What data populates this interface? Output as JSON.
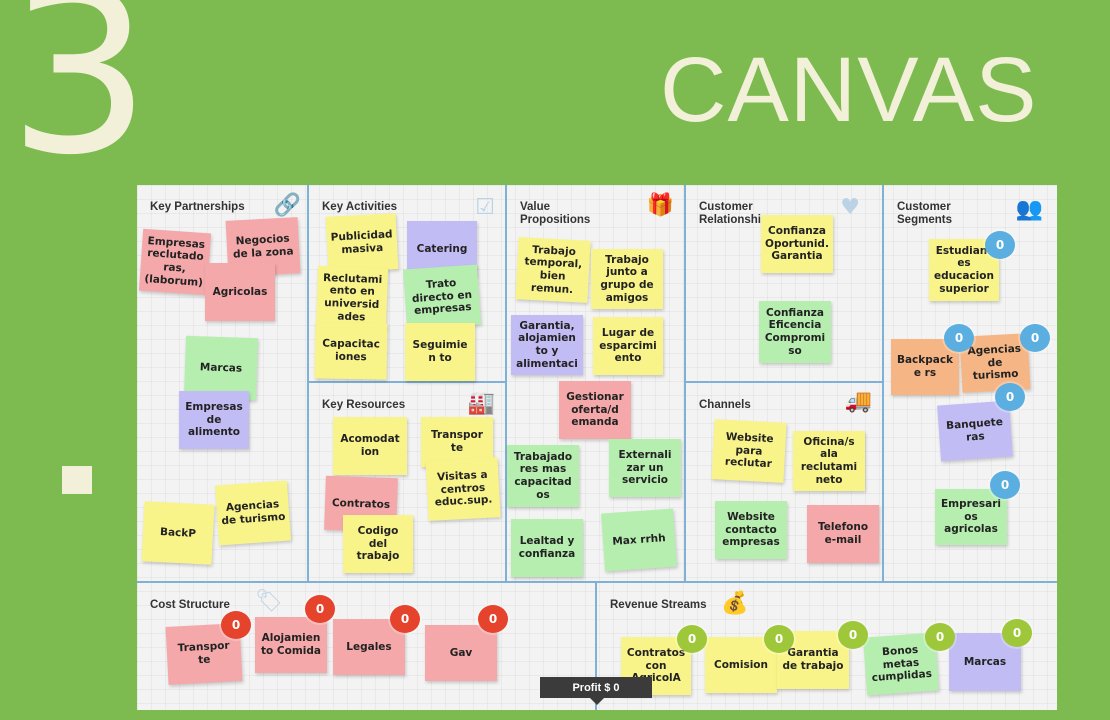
{
  "slide": {
    "number": "3",
    "title": "CANVAS"
  },
  "sections": {
    "key_partnerships": "Key Partnerships",
    "key_activities": "Key Activities",
    "key_resources": "Key Resources",
    "value_propositions": "Value\nPropositions",
    "customer_relationships": "Customer\nRelationships",
    "channels": "Channels",
    "customer_segments": "Customer\nSegments",
    "cost_structure": "Cost Structure",
    "revenue_streams": "Revenue Streams"
  },
  "icons": {
    "key_partnerships": "link-icon",
    "key_activities": "checkbox-icon",
    "key_resources": "factory-icon",
    "value_propositions": "gift-icon",
    "customer_relationships": "heart-icon",
    "channels": "truck-icon",
    "customer_segments": "people-icon",
    "cost_structure": "tag-icon",
    "revenue_streams": "money-bag-icon"
  },
  "colors": {
    "background": "#7dbb50",
    "title": "#f2f0d9",
    "grid_line": "#7fb0d5",
    "note_yellow": "#f9f489",
    "note_pink": "#f4a8aa",
    "note_green": "#b6eeb0",
    "note_violet": "#c2bcf4",
    "note_orange": "#f6b584",
    "badge_blue": "#5aaee0",
    "badge_red": "#e5432c",
    "badge_lime": "#9ec83a"
  },
  "notes": {
    "kp": [
      "Empresas reclutado ras, (laborum)",
      "Negocios de la zona",
      "Agricolas",
      "Marcas",
      "Empresas de alimento",
      "Agencias de turismo",
      "BackP"
    ],
    "ka": [
      "Publicidad masiva",
      "Catering",
      "Reclutami ento en universid ades",
      "Trato directo en empresas",
      "Capacitac iones",
      "Seguimien to"
    ],
    "kr": [
      "Acomodat ion",
      "Transpor te",
      "Visitas a centros educ.sup.",
      "Contratos",
      "Codigo del trabajo"
    ],
    "vp": [
      "Trabajo temporal, bien remun.",
      "Trabajo junto a grupo de amigos",
      "Garantia, alojamien to y alimentaci",
      "Lugar de esparcimi ento",
      "Gestionar oferta/d emanda",
      "Trabajado res mas capacitad os",
      "Externali zar un servicio",
      "Lealtad y confianza",
      "Max rrhh"
    ],
    "cr": [
      "Confianza Oportunid. Garantia",
      "Confianza Eficencia Compromi so"
    ],
    "ch": [
      "Website para reclutar",
      "Oficina/s ala reclutami neto",
      "Website contacto empresas",
      "Telefono e-mail"
    ],
    "cs": [
      "Estudiant es educacion superior",
      "Backpacke rs",
      "Agencias de turismo",
      "Banquete ras",
      "Empresari os agricolas"
    ],
    "cost": [
      "Transpor te",
      "Alojamien to Comida",
      "Legales",
      "Gav"
    ],
    "rev": [
      "Contratos con AgricolA",
      "Comision",
      "Garantia de trabajo",
      "Bonos metas cumplidas",
      "Marcas"
    ]
  },
  "badge_value": "0",
  "profit_label": "Profit $ 0"
}
